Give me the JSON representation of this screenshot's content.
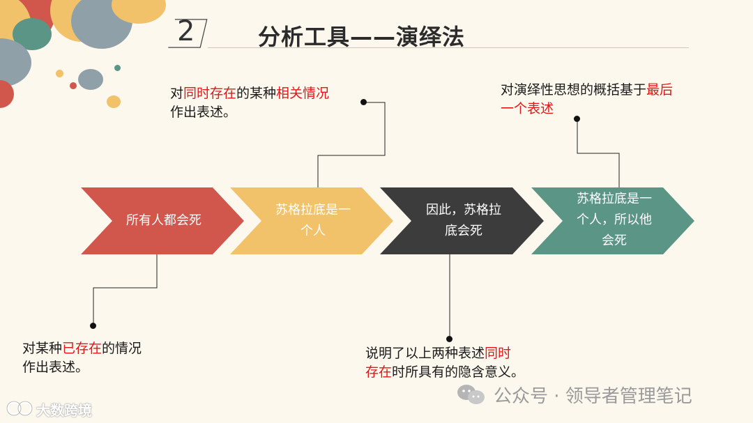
{
  "header": {
    "number": "2",
    "title": "分析工具——演绎法"
  },
  "steps": [
    {
      "lines": [
        "所有人都会死"
      ],
      "color": "#d1574c"
    },
    {
      "lines": [
        "苏格拉底是一",
        "个人"
      ],
      "color": "#f1c269"
    },
    {
      "lines": [
        "因此，苏格拉",
        "底会死"
      ],
      "color": "#3c3c3c"
    },
    {
      "lines": [
        "苏格拉底是一",
        "个人，所以他",
        "会死"
      ],
      "color": "#5a9585"
    }
  ],
  "notes": {
    "top_left": {
      "l1_a": "对",
      "l1_b": "同时存在",
      "l1_c": "的某种",
      "l1_d": "相关情况",
      "l2": "作出表述。"
    },
    "top_right": {
      "l1_a": "对演绎性思想的概括基于",
      "l1_b": "最后",
      "l2": "一个表述"
    },
    "bottom_left": {
      "l1_a": "对某种",
      "l1_b": "已存在",
      "l1_c": "的情况",
      "l2": "作出表述。"
    },
    "bottom_right": {
      "l1_a": "说明了以上两种表述",
      "l1_b": "同时",
      "l2_a": "存在",
      "l2_b": "时所具有的隐含意义。"
    }
  },
  "footer": {
    "wechat": "公众号 · 领导者管理笔记",
    "left_mark": "大数跨境"
  },
  "colors": {
    "background": "#fcf8ee",
    "highlight": "#e11616"
  }
}
